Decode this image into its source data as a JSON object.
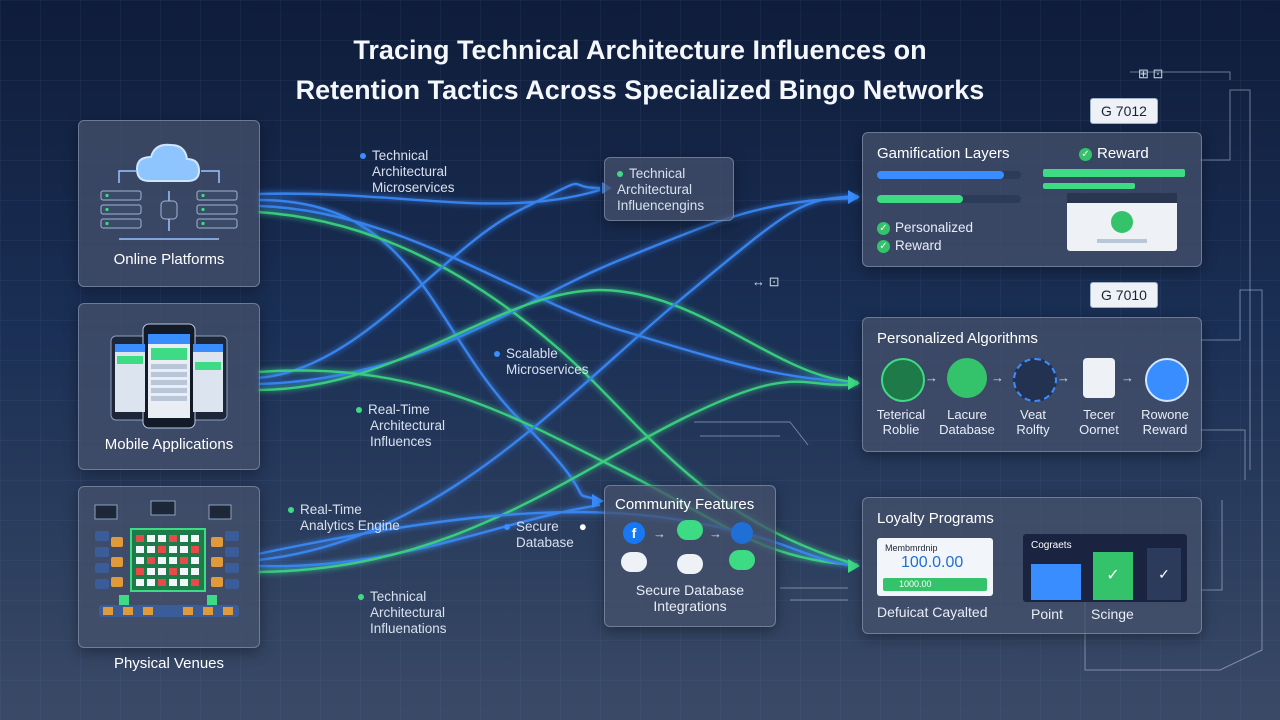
{
  "title": {
    "line1": "Tracing Technical Architecture Influences on",
    "line2": "Retention Tactics Across Specialized Bingo Networks"
  },
  "sources": [
    {
      "label": "Online Platforms",
      "icon": "cloud-server-icon"
    },
    {
      "label": "Mobile Applications",
      "icon": "phones-icon"
    },
    {
      "label": "Physical Venues",
      "icon": "bingo-hall-icon"
    }
  ],
  "flow_labels": {
    "l1": [
      "Technical",
      "Architectural",
      "Microservices"
    ],
    "l2": [
      "Technical",
      "Architectural",
      "Influencengins"
    ],
    "l3": [
      "Scalable",
      "Microservices"
    ],
    "l4": [
      "Real-Time",
      "Architectural",
      "Influences"
    ],
    "l5": [
      "Real-Time",
      "Analytics Engine"
    ],
    "l6": [
      "Secure",
      "Database"
    ],
    "l7": [
      "Technical",
      "Architectural",
      "Influenations"
    ]
  },
  "community": {
    "title": "Community Features",
    "caption": [
      "Secure Database",
      "Integrations"
    ]
  },
  "gamification": {
    "title": "Gamification Layers",
    "reward_header": "Reward",
    "bar1": 0.88,
    "bar2": 0.6,
    "checks": [
      "Personalized",
      "Reward"
    ],
    "tag": "G 7012"
  },
  "personalized": {
    "title": "Personalized Algorithms",
    "tag": "G 7010",
    "items": [
      [
        "Teterical",
        "Roblie"
      ],
      [
        "Lacure",
        "Database"
      ],
      [
        "Veat",
        "Rolfty"
      ],
      [
        "Tecer",
        "Oornet"
      ],
      [
        "Rowone",
        "Reward"
      ]
    ]
  },
  "loyalty": {
    "title": "Loyalty Programs",
    "card_header": "Membmrdnip",
    "amount": "100.0.00",
    "field": "1000.00",
    "caption": "Defuicat Cayalted",
    "right_header": "Cograets",
    "point_label": "Point",
    "scinge_label": "Scinge"
  },
  "small_markers": {
    "m1": "⊞ ⊡",
    "m2": "↔ ⊡"
  },
  "colors": {
    "blue": "#3a8dff",
    "green": "#3ddc84",
    "accent_green": "#34c36a"
  }
}
